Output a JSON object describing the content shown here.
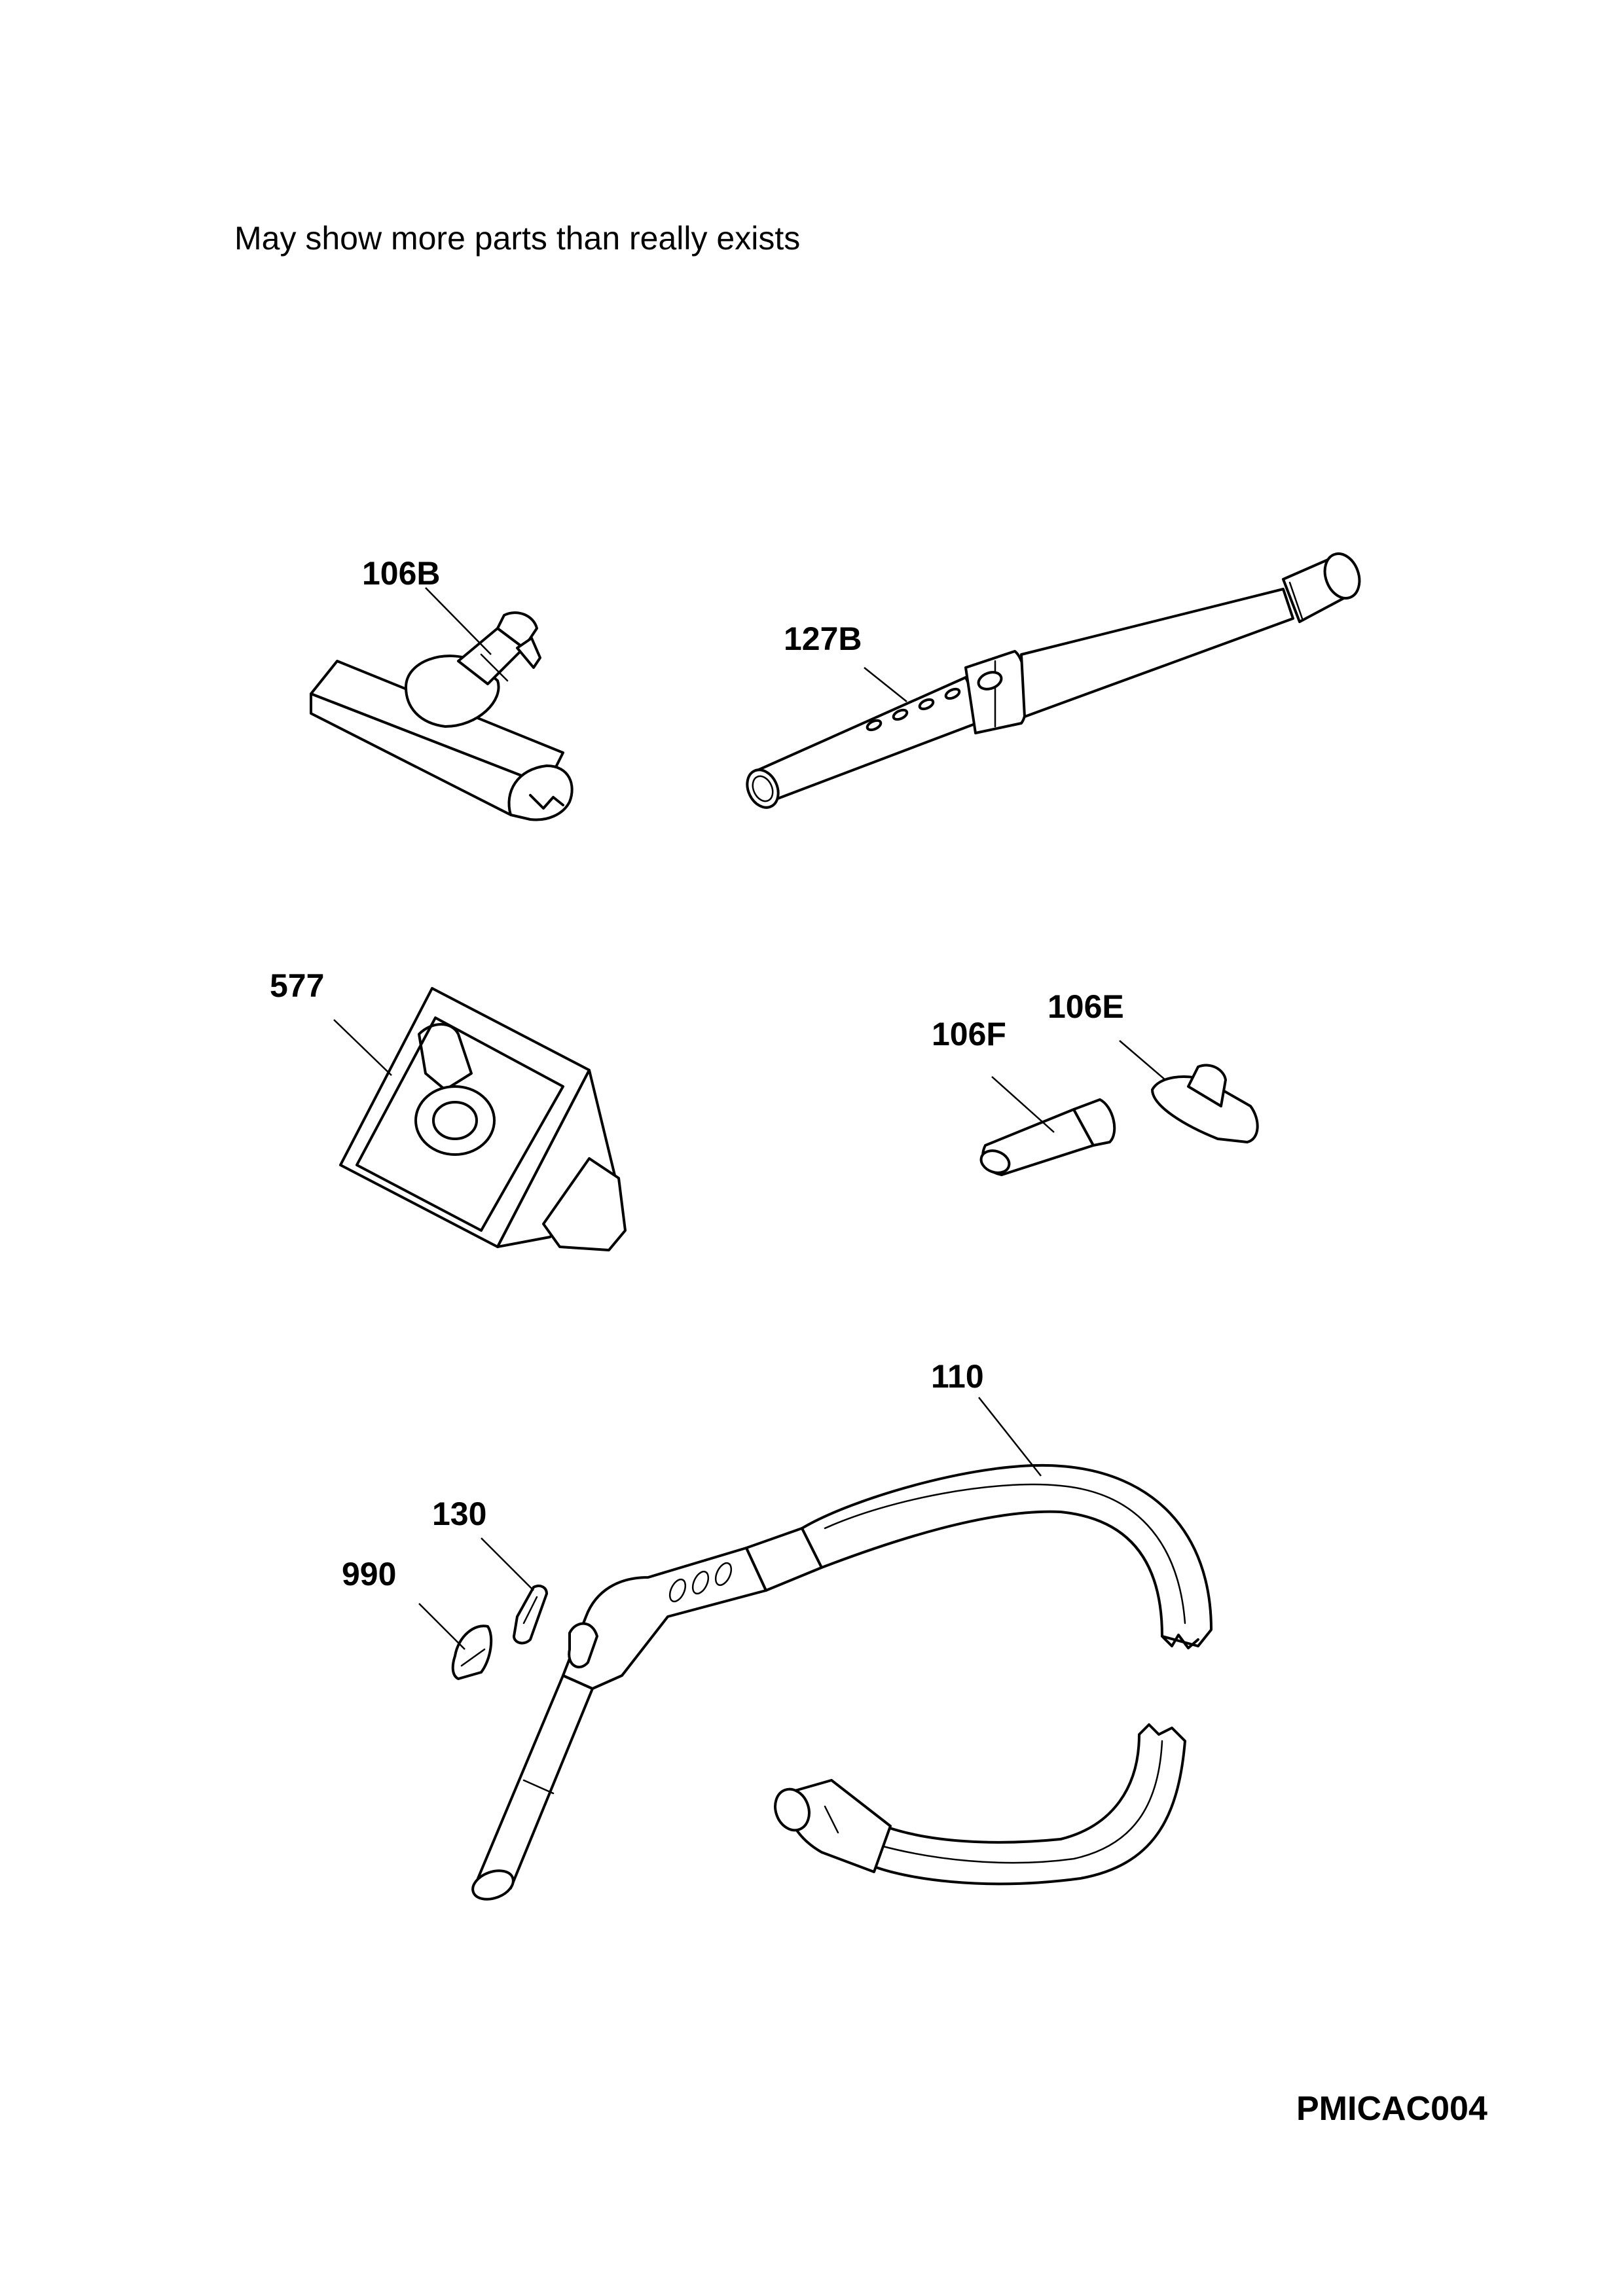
{
  "note": "May show more parts than really exists",
  "diagram_code": "PMICAC004",
  "parts": [
    {
      "id": "106B",
      "label": "106B"
    },
    {
      "id": "127B",
      "label": "127B"
    },
    {
      "id": "577",
      "label": "577"
    },
    {
      "id": "106F",
      "label": "106F"
    },
    {
      "id": "106E",
      "label": "106E"
    },
    {
      "id": "110",
      "label": "110"
    },
    {
      "id": "130",
      "label": "130"
    },
    {
      "id": "990",
      "label": "990"
    }
  ]
}
